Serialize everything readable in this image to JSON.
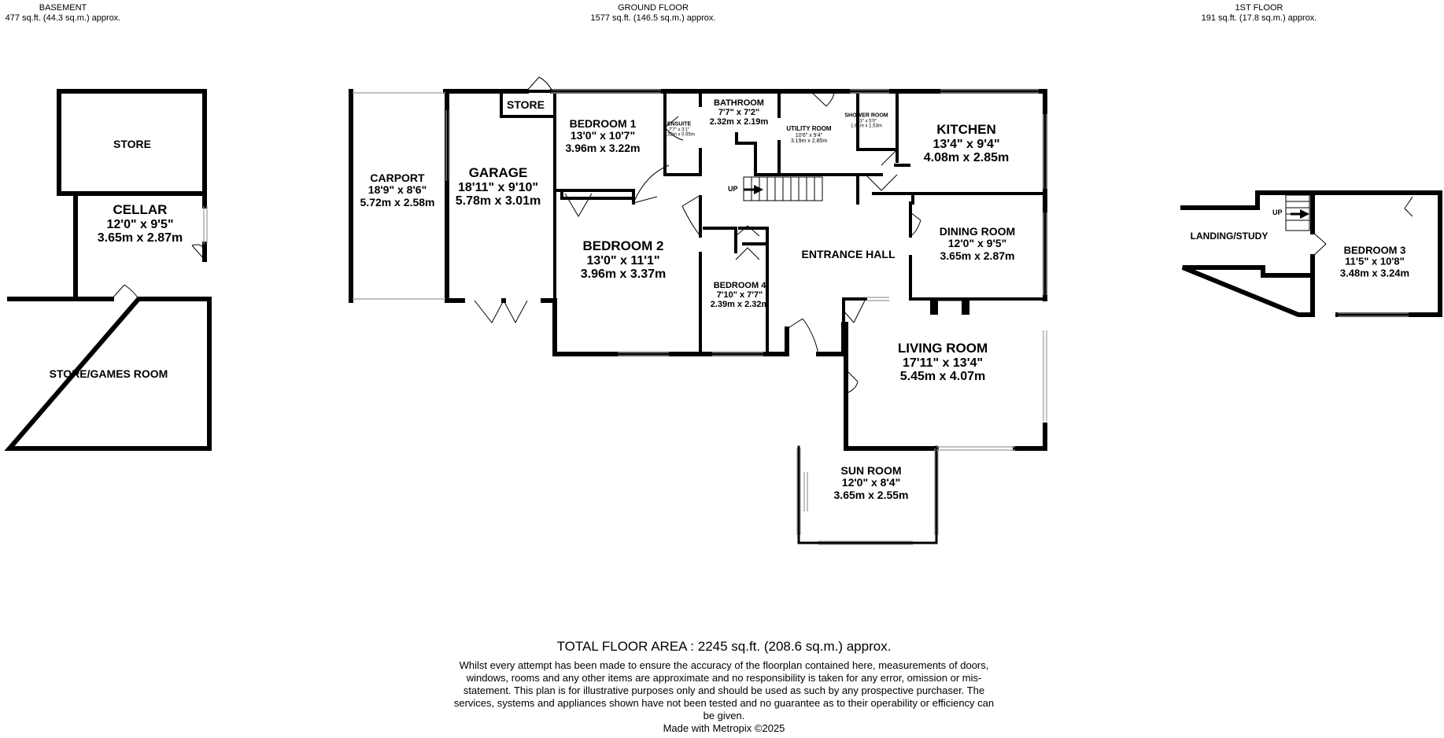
{
  "headers": {
    "basement": {
      "title": "BASEMENT",
      "area": "477 sq.ft. (44.3 sq.m.) approx."
    },
    "ground": {
      "title": "GROUND FLOOR",
      "area": "1577 sq.ft. (146.5 sq.m.) approx."
    },
    "first": {
      "title": "1ST FLOOR",
      "area": "191 sq.ft. (17.8 sq.m.) approx."
    }
  },
  "rooms": {
    "store_basement": {
      "name": "STORE"
    },
    "cellar": {
      "name": "CELLAR",
      "imperial": "12'0\"  x 9'5\"",
      "metric": "3.65m  x 2.87m"
    },
    "games_room": {
      "name": "STORE/GAMES ROOM"
    },
    "carport": {
      "name": "CARPORT",
      "imperial": "18'9\"  x 8'6\"",
      "metric": "5.72m  x 2.58m"
    },
    "garage": {
      "name": "GARAGE",
      "imperial": "18'11\"  x 9'10\"",
      "metric": "5.78m  x 3.01m"
    },
    "store_ground": {
      "name": "STORE"
    },
    "bedroom1": {
      "name": "BEDROOM 1",
      "imperial": "13'0\"  x 10'7\"",
      "metric": "3.96m  x 3.22m"
    },
    "ensuite": {
      "name": "ENSUITE",
      "imperial": "7'7\"  x 3'1\"",
      "metric": "2.32m  x 0.95m"
    },
    "bathroom": {
      "name": "BATHROOM",
      "imperial": "7'7\"  x 7'2\"",
      "metric": "2.32m  x 2.19m"
    },
    "utility": {
      "name": "UTILITY ROOM",
      "imperial": "10'6\"  x 9'4\"",
      "metric": "3.19m  x 2.85m"
    },
    "shower": {
      "name": "SHOWER ROOM",
      "imperial": "5'3\"  x 5'0\"",
      "metric": "1.61m  x 1.53m"
    },
    "kitchen": {
      "name": "KITCHEN",
      "imperial": "13'4\"  x 9'4\"",
      "metric": "4.08m  x 2.85m"
    },
    "bedroom2": {
      "name": "BEDROOM 2",
      "imperial": "13'0\"  x 11'1\"",
      "metric": "3.96m  x 3.37m"
    },
    "bedroom4": {
      "name": "BEDROOM 4",
      "imperial": "7'10\"  x 7'7\"",
      "metric": "2.39m  x 2.32m"
    },
    "entrance_hall": {
      "name": "ENTRANCE HALL"
    },
    "dining": {
      "name": "DINING ROOM",
      "imperial": "12'0\"  x 9'5\"",
      "metric": "3.65m  x 2.87m"
    },
    "living": {
      "name": "LIVING ROOM",
      "imperial": "17'11\"  x 13'4\"",
      "metric": "5.45m  x 4.07m"
    },
    "sunroom": {
      "name": "SUN ROOM",
      "imperial": "12'0\"  x 8'4\"",
      "metric": "3.65m  x 2.55m"
    },
    "landing": {
      "name": "LANDING/STUDY"
    },
    "bedroom3": {
      "name": "BEDROOM 3",
      "imperial": "11'5\"  x 10'8\"",
      "metric": "3.48m  x 3.24m"
    }
  },
  "stairs": {
    "up_label": "UP"
  },
  "footer": {
    "total": "TOTAL FLOOR AREA : 2245 sq.ft. (208.6 sq.m.) approx.",
    "disclaimer": "Whilst every attempt has been made to ensure the accuracy of the floorplan contained here, measurements of doors, windows, rooms and any other items are approximate and no responsibility is taken for any error, omission or mis-statement. This plan is for illustrative purposes only and should be used as such by any prospective purchaser. The services, systems and appliances shown have not been tested and no guarantee as to their operability or efficiency can be given.",
    "made_with": "Made with Metropix ©2025"
  },
  "colors": {
    "wall": "#000000",
    "background": "#ffffff",
    "window": "#9a9a9a"
  }
}
